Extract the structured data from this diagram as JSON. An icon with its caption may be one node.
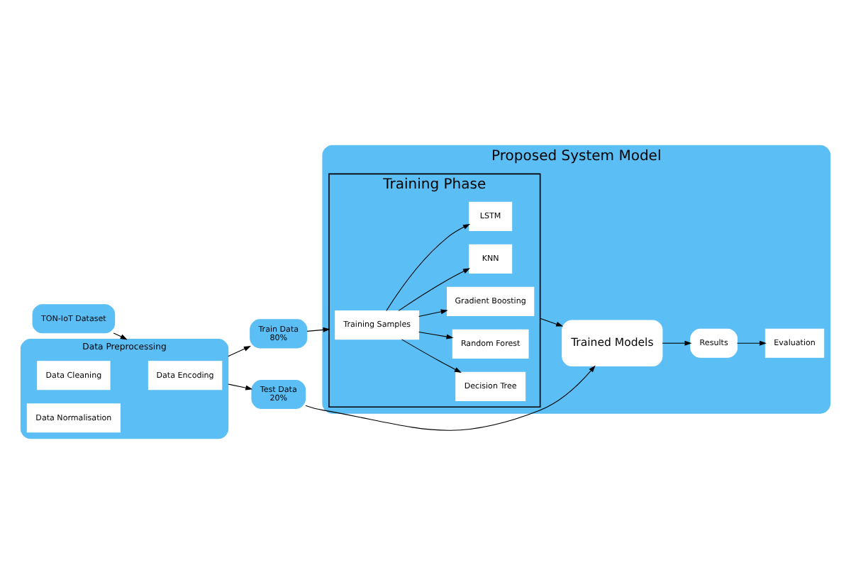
{
  "diagram": {
    "nodes": [
      {
        "text": [
          "TON-IoT Dataset"
        ]
      },
      {
        "text": [
          "Data Preprocessing"
        ]
      },
      {
        "text": [
          "Data Cleaning"
        ],
        "in": 1
      },
      {
        "text": [
          "Data Encoding"
        ],
        "in": 1
      },
      {
        "text": [
          "Data Normalisation"
        ],
        "in": 1
      },
      {
        "text": [
          "Test Data",
          "20%"
        ]
      },
      {
        "text": [
          "Train Data",
          "80%"
        ]
      },
      {
        "text": [
          "Proposed System Model"
        ]
      },
      {
        "text": [
          "Training Phase"
        ],
        "in": 7
      },
      {
        "text": [
          "Training Samples"
        ],
        "in": 8
      },
      {
        "text": [
          "Decision Tree"
        ],
        "in": 8
      },
      {
        "text": [
          "Random Forest"
        ],
        "in": 8
      },
      {
        "text": [
          "Gradient Boosting"
        ],
        "in": 8
      },
      {
        "text": [
          "KNN"
        ],
        "in": 8
      },
      {
        "text": [
          "LSTM"
        ],
        "in": 8
      },
      {
        "text": [
          "Trained Models"
        ],
        "in": 7
      },
      {
        "text": [
          "Results"
        ],
        "in": 7
      },
      {
        "text": [
          "Evaluation"
        ],
        "in": 7
      }
    ],
    "edges": [
      {
        "from": 0,
        "to": 1,
        "arrow": "to"
      },
      {
        "from": 1,
        "to": 5,
        "arrow": "to"
      },
      {
        "from": 1,
        "to": 6,
        "arrow": "to"
      },
      {
        "from": 6,
        "to": 8,
        "arrow": "to"
      },
      {
        "from": 5,
        "to": 15,
        "arrow": "to"
      },
      {
        "from": 9,
        "to": 10,
        "arrow": "to"
      },
      {
        "from": 9,
        "to": 11,
        "arrow": "to"
      },
      {
        "from": 9,
        "to": 12,
        "arrow": "to"
      },
      {
        "from": 9,
        "to": 13,
        "arrow": "to"
      },
      {
        "from": 9,
        "to": 14,
        "arrow": "to"
      },
      {
        "from": 8,
        "to": 15,
        "arrow": "to"
      },
      {
        "from": 15,
        "to": 16,
        "arrow": "to"
      },
      {
        "from": 16,
        "to": 17,
        "arrow": "to"
      }
    ]
  }
}
